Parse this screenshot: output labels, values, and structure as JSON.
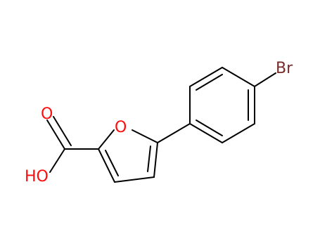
{
  "molecule": {
    "atoms": {
      "bromine": "Br",
      "ring_oxygen": "O",
      "carbonyl_oxygen": "O",
      "hydroxyl": "HO"
    },
    "colors": {
      "bond": "#000000",
      "oxygen": "#ff0d0d",
      "bromine": "#7a2a2a"
    }
  }
}
